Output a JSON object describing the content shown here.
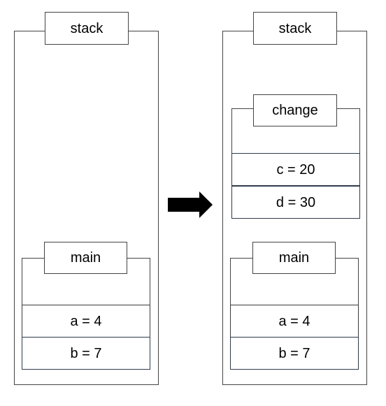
{
  "left_stack": {
    "title": "stack",
    "frames": [
      {
        "name": "main",
        "variables": [
          "a = 4",
          "b = 7"
        ]
      }
    ]
  },
  "right_stack": {
    "title": "stack",
    "frames": [
      {
        "name": "change",
        "variables": [
          "c = 20",
          "d = 30"
        ]
      },
      {
        "name": "main",
        "variables": [
          "a = 4",
          "b = 7"
        ]
      }
    ]
  },
  "arrow": {
    "icon": "right-arrow-icon",
    "color": "#000000"
  }
}
